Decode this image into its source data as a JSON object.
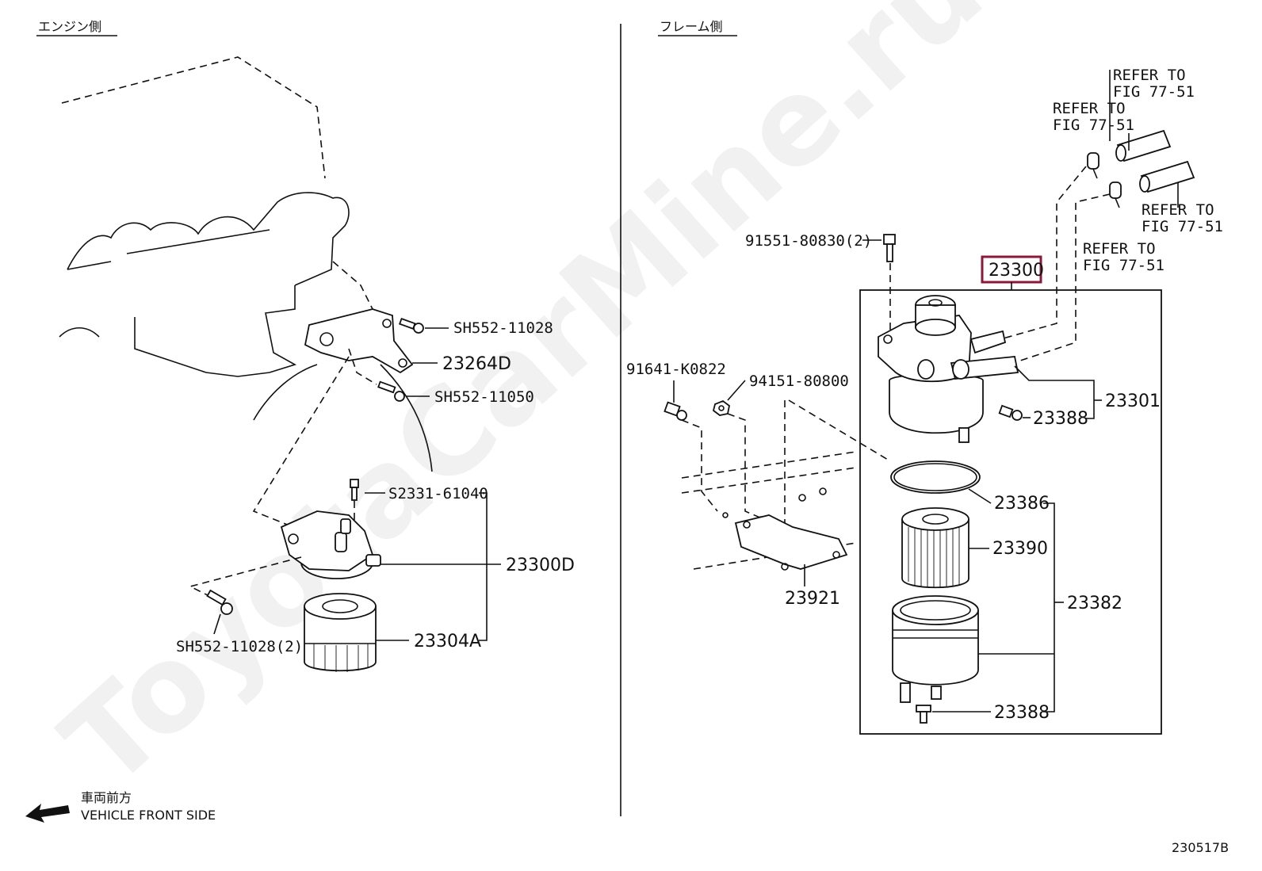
{
  "headers": {
    "engine_side": "エンジン側",
    "frame_side": "フレーム側"
  },
  "watermark": "ToyotaCarMine.ru",
  "footer": {
    "direction_jp": "車両前方",
    "direction_en": "VEHICLE FRONT SIDE",
    "figure_code": "230517B"
  },
  "highlight_color": "#8b1a3a",
  "refs": {
    "r1_line1": "REFER TO",
    "r1_line2": "FIG 77-51",
    "r2_line1": "REFER TO",
    "r2_line2": "FIG 77-51",
    "r3_line1": "REFER TO",
    "r3_line2": "FIG 77-51",
    "r4_line1": "REFER TO",
    "r4_line2": "FIG 77-51"
  },
  "left_parts": {
    "bolt_upper": "SH552-11028",
    "bracket": "23264D",
    "bolt_mid": "SH552-11050",
    "screw": "S2331-61040",
    "filter_assy": "23300D",
    "bolt_lower": "SH552-11028(2)",
    "element": "23304A"
  },
  "right_parts": {
    "bolt_top": "91551-80830(2)",
    "main_assy": "23300",
    "bolt_left": "91641-K0822",
    "nut": "94151-80800",
    "head": "23301",
    "plug_upper": "23388",
    "gasket": "23386",
    "filter_element": "23390",
    "case_kit": "23382",
    "plug_lower": "23388",
    "bracket": "23921"
  }
}
